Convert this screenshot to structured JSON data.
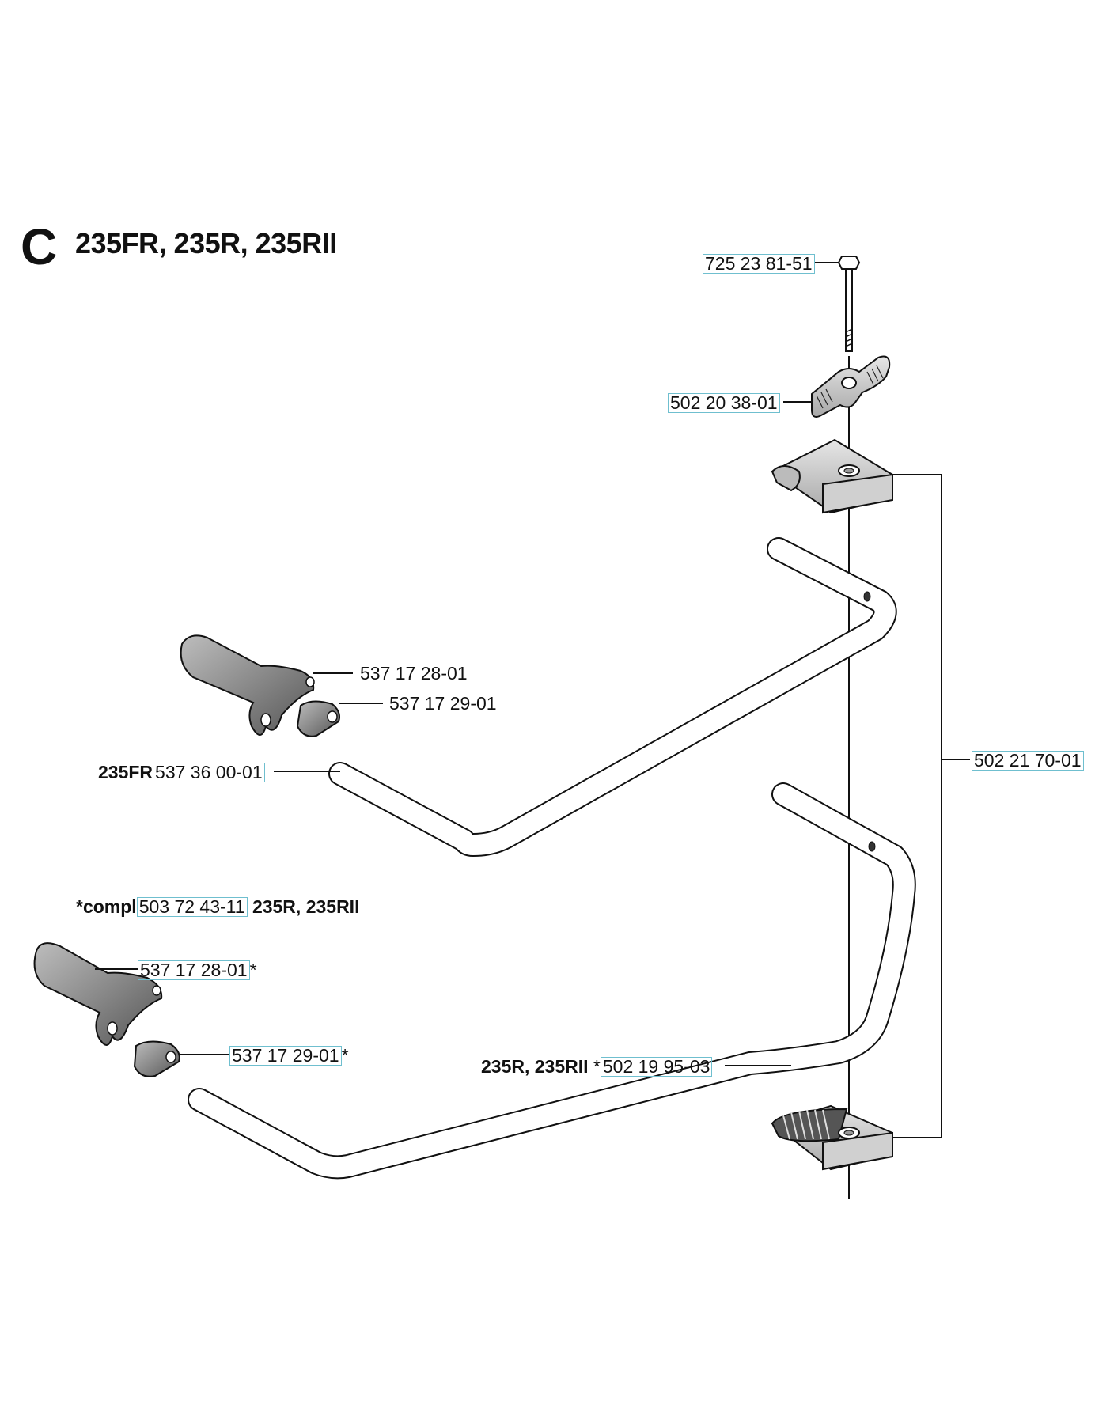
{
  "section": {
    "letter": "C",
    "title": "235FR, 235R, 235RII"
  },
  "labels": {
    "bolt": "725 23 81-51",
    "wing_nut": "502 20 38-01",
    "clamp_set": "502 21 70-01",
    "handle_upper": "537 17 28-01",
    "clip_upper": "537 17 29-01",
    "handlebar_fr_prefix": "235FR",
    "handlebar_fr": "537 36 00-01",
    "compl_prefix": "*compl",
    "compl_number": "503 72 43-11",
    "compl_models": "235R, 235RII",
    "handle_lower": "537 17 28-01",
    "handle_lower_suffix": "*",
    "clip_lower": "537 17 29-01",
    "clip_lower_suffix": "*",
    "handlebar_r_prefix": "235R, 235RII",
    "handlebar_r_star": "*",
    "handlebar_r": "502 19 95-03"
  }
}
